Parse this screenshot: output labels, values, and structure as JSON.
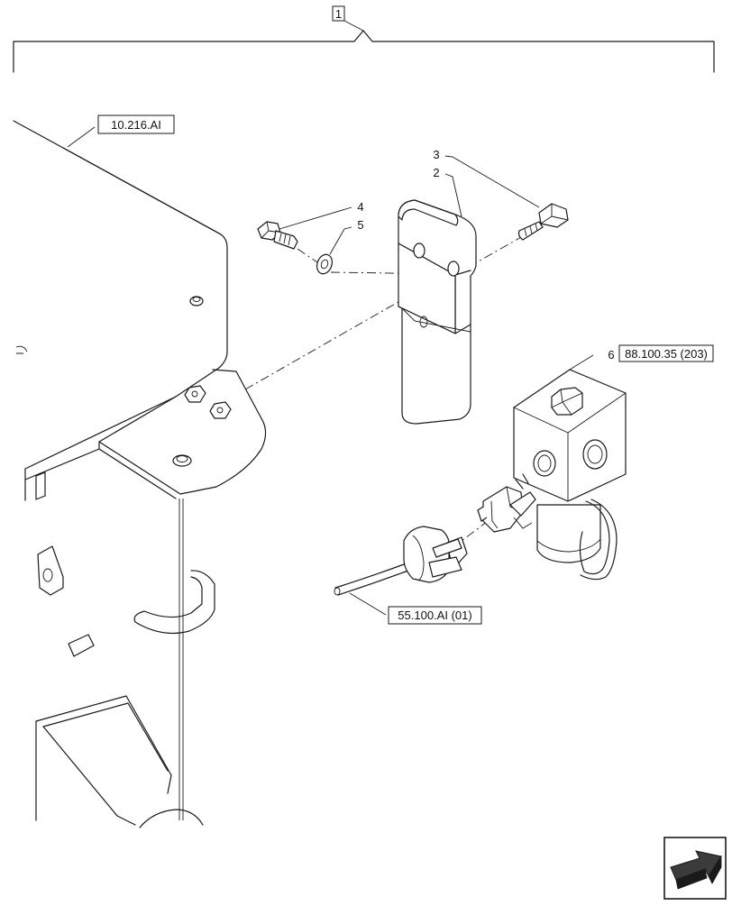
{
  "assembly_callout": "1",
  "callouts": {
    "c2": "2",
    "c3": "3",
    "c4": "4",
    "c5": "5",
    "c6": "6"
  },
  "references": {
    "frame": "10.216.AI",
    "valve": "88.100.35 (203)",
    "harness": "55.100.AI (01)"
  },
  "icons": {
    "nav": "next-page-arrow-icon"
  }
}
